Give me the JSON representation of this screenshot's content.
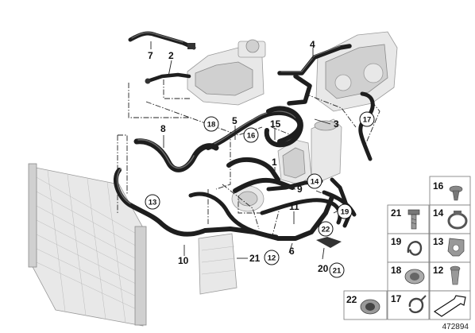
{
  "diagram": {
    "reference_id": "472894",
    "callouts": [
      {
        "id": "7",
        "label": "7"
      },
      {
        "id": "2",
        "label": "2"
      },
      {
        "id": "4",
        "label": "4"
      },
      {
        "id": "5",
        "label": "5"
      },
      {
        "id": "15",
        "label": "15"
      },
      {
        "id": "3",
        "label": "3"
      },
      {
        "id": "8",
        "label": "8"
      },
      {
        "id": "1",
        "label": "1"
      },
      {
        "id": "9",
        "label": "9"
      },
      {
        "id": "11",
        "label": "11"
      },
      {
        "id": "6",
        "label": "6"
      },
      {
        "id": "10",
        "label": "10"
      },
      {
        "id": "21a",
        "label": "21"
      },
      {
        "id": "20",
        "label": "20"
      }
    ],
    "circled_callouts": [
      {
        "id": "18",
        "label": "18"
      },
      {
        "id": "16",
        "label": "16"
      },
      {
        "id": "17",
        "label": "17"
      },
      {
        "id": "14",
        "label": "14"
      },
      {
        "id": "13",
        "label": "13"
      },
      {
        "id": "19",
        "label": "19"
      },
      {
        "id": "22",
        "label": "22"
      },
      {
        "id": "12",
        "label": "12"
      },
      {
        "id": "21b",
        "label": "21"
      }
    ],
    "legend": [
      {
        "id": "16",
        "label": "16",
        "part": "push-rivet"
      },
      {
        "id": "21",
        "label": "21",
        "part": "bolt"
      },
      {
        "id": "14",
        "label": "14",
        "part": "hose-clamp"
      },
      {
        "id": "19",
        "label": "19",
        "part": "spring-clip"
      },
      {
        "id": "13",
        "label": "13",
        "part": "holder-clip"
      },
      {
        "id": "18",
        "label": "18",
        "part": "quick-coupling"
      },
      {
        "id": "12",
        "label": "12",
        "part": "expanding-rivet"
      },
      {
        "id": "22",
        "label": "22",
        "part": "sleeve"
      },
      {
        "id": "17",
        "label": "17",
        "part": "cable-tie"
      }
    ]
  }
}
